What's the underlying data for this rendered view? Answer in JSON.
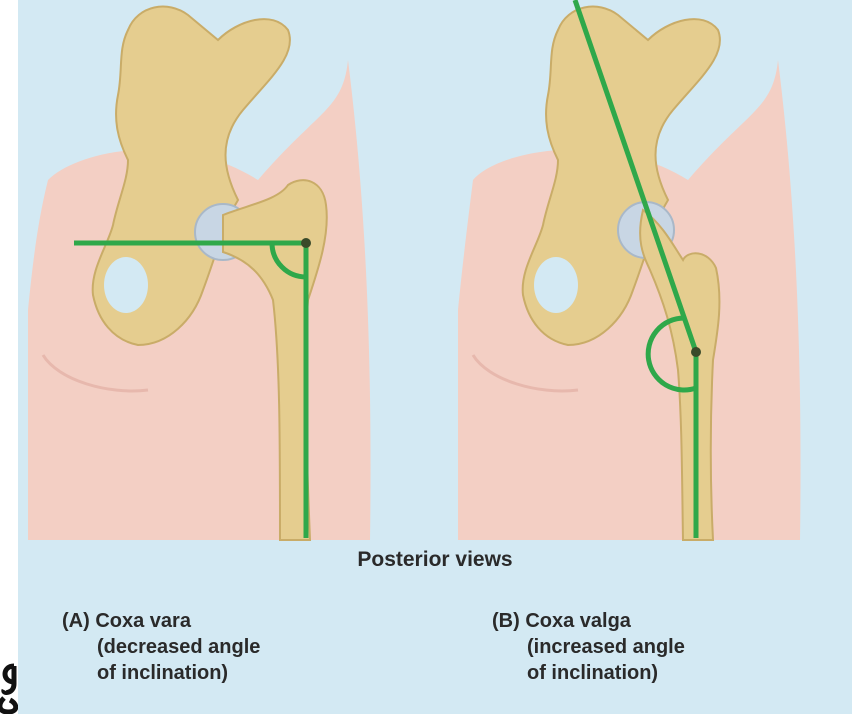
{
  "figure": {
    "view_label": "Posterior views",
    "panels": [
      {
        "letter": "(A)",
        "title": "Coxa vara",
        "line2": "(decreased angle",
        "line3": "of inclination)"
      },
      {
        "letter": "(B)",
        "title": "Coxa valga",
        "line2": "(increased angle",
        "line3": "of inclination)"
      }
    ]
  },
  "colors": {
    "background": "#d3e9f3",
    "skin": "#f3cfc4",
    "bone": "#e5cd8f",
    "bone_shadow": "#c9ac68",
    "cartilage": "#c8d6e4",
    "angle_lines": "#2fa84a"
  },
  "icons": {
    "corner_glyph": "letter-fragment-icon"
  }
}
